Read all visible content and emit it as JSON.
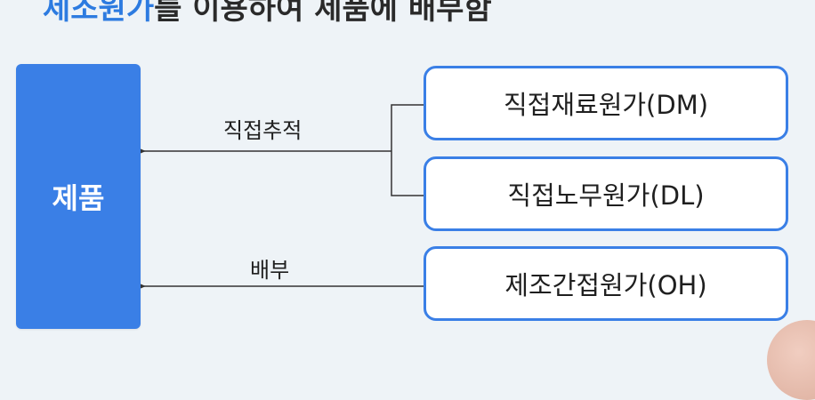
{
  "header": {
    "title_accent": "제조원가",
    "title_rest": "를 이용하여 제품에 배부함"
  },
  "diagram": {
    "product_label": "제품",
    "costs": [
      {
        "label": "직접재료원가(DM)"
      },
      {
        "label": "직접노무원가(DL)"
      },
      {
        "label": "제조간접원가(OH)"
      }
    ],
    "arrows": [
      {
        "label": "직접추적"
      },
      {
        "label": "배부"
      }
    ]
  },
  "colors": {
    "accent": "#3a7fe6",
    "background": "#eef3f7",
    "line": "#333333"
  }
}
